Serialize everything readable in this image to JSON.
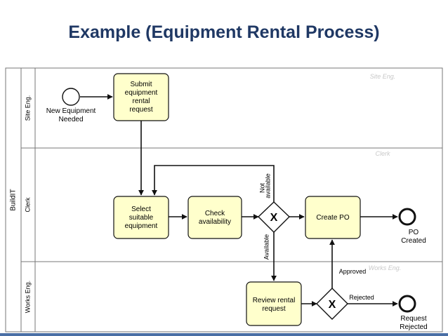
{
  "title": "Example (Equipment Rental Process)",
  "colors": {
    "title": "#1f3864",
    "task_fill": "#ffffcc",
    "lane_label": "#c8c8c8",
    "line": "#111111",
    "bottom_bar": "#4a6fa5"
  },
  "pool": {
    "label": "BuildIT"
  },
  "lanes": [
    {
      "label": "Site Eng.",
      "watermark": "Site Eng."
    },
    {
      "label": "Clerk",
      "watermark": "Clerk"
    },
    {
      "label": "Works Eng.",
      "watermark": "Works Eng."
    }
  ],
  "events": {
    "start": {
      "label": "New Equipment Needed",
      "lines": [
        "New Equipment",
        "Needed"
      ]
    },
    "po_created": {
      "label": "PO Created",
      "lines": [
        "PO",
        "Created"
      ]
    },
    "request_rejected": {
      "label": "Request Rejected",
      "lines": [
        "Request",
        "Rejected"
      ]
    }
  },
  "tasks": {
    "submit": {
      "lines": [
        "Submit",
        "equipment",
        "rental",
        "request"
      ]
    },
    "select": {
      "lines": [
        "Select",
        "suitable",
        "equipment"
      ]
    },
    "check": {
      "lines": [
        "Check",
        "availability"
      ]
    },
    "create_po": {
      "lines": [
        "Create PO"
      ]
    },
    "review": {
      "lines": [
        "Review rental",
        "request"
      ]
    }
  },
  "gateways": {
    "availability": {
      "symbol": "X"
    },
    "approval": {
      "symbol": "X"
    }
  },
  "flow_labels": {
    "not_available": [
      "Not",
      "available"
    ],
    "available": "Available",
    "approved": "Approved",
    "rejected": "Rejected"
  }
}
